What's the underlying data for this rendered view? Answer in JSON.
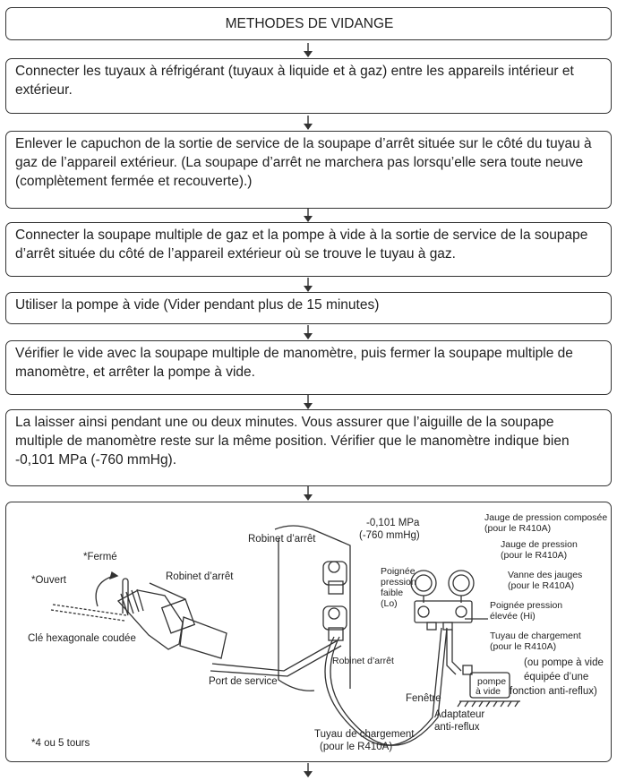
{
  "title": "METHODES DE VIDANGE",
  "steps": [
    "Connecter les tuyaux à réfrigérant (tuyaux à liquide et à gaz) entre les appareils intérieur et extérieur.",
    "Enlever le capuchon de la sortie de service de la soupape d’arrêt située sur le côté du tuyau à gaz de l’appareil extérieur. (La soupape d’arrêt ne marchera pas lorsqu’elle sera toute neuve (complètement fermée et recouverte).)",
    "Connecter la soupape multiple de gaz et la pompe à vide à la sortie de service de la soupape d’arrêt située du côté de l’appareil extérieur où se trouve le tuyau à gaz.",
    "Utiliser la pompe à vide (Vider pendant plus de 15 minutes)",
    "Vérifier le vide avec la soupape multiple de manomètre, puis fermer la soupape multiple de manomètre, et arrêter la pompe à vide.",
    "La laisser ainsi pendant une ou deux minutes. Vous assurer que l’aiguille de la soupape multiple de manomètre reste sur la même position. Vérifier que le manomètre indique bien -0,101 MPa (-760 mmHg)."
  ],
  "diagram": {
    "ferme": "*Fermé",
    "ouvert": "*Ouvert",
    "robinet_left": "Robinet d’arrêt",
    "cle": "Clé hexagonale coudée",
    "tours": "*4 ou 5 tours",
    "robinet_top": "Robinet d’arrêt",
    "robinet_mid": "Robinet d’arrêt",
    "port": "Port de service",
    "pressure_1": "-0,101 MPa",
    "pressure_2": "(-760 mmHg)",
    "jauge_comp_1": "Jauge de pression composée",
    "jauge_comp_2": "(pour le R410A)",
    "jauge_1": "Jauge de pression",
    "jauge_2": "(pour le R410A)",
    "vanne_1": "Vanne des jauges",
    "vanne_2": "(pour le R410A)",
    "poignee_lo_1": "Poignée",
    "poignee_lo_2": "pression",
    "poignee_lo_3": "faible",
    "poignee_lo_4": "(Lo)",
    "poignee_hi_1": "Poignée pression",
    "poignee_hi_2": "élevée (Hi)",
    "tuyau_r_1": "Tuyau de chargement",
    "tuyau_r_2": "(pour le R410A)",
    "pompe_1": "pompe",
    "pompe_2": "à vide",
    "ou_pompe_1": "(ou pompe à vide",
    "ou_pompe_2": "équipée d’une",
    "ou_pompe_3": "fonction anti-reflux)",
    "fenetre": "Fenêtre",
    "adaptateur_1": "Adaptateur",
    "adaptateur_2": "anti-reflux",
    "tuyau_b_1": "Tuyau de chargement",
    "tuyau_b_2": "(pour le R410A)"
  }
}
